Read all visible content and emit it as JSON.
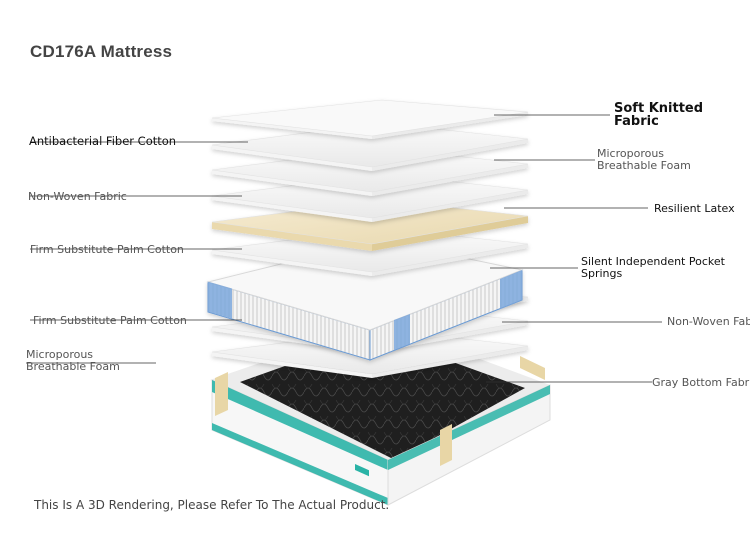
{
  "title": "CD176A Mattress",
  "disclaimer": "This Is A 3D Rendering, Please Refer To The Actual Product.",
  "colors": {
    "foam": "#f2f2f2",
    "latex": "#efe3c4",
    "spring_edge": "#6a9ad3",
    "teal_trim": "#2ab3a6",
    "bottom_fabric": "#222222",
    "leader_line": "#333333"
  },
  "labels": {
    "left": [
      {
        "name": "antibacterial-fiber-cotton",
        "text": "Antibacterial Fiber Cotton"
      },
      {
        "name": "non-woven-fabric-left",
        "text": "Non-Woven Fabric"
      },
      {
        "name": "firm-substitute-palm-cotton-1",
        "text": "Firm Substitute Palm Cotton"
      },
      {
        "name": "firm-substitute-palm-cotton-2",
        "text": "Firm Substitute Palm Cotton"
      },
      {
        "name": "microporous-breathable-foam-left",
        "line1": "Microporous",
        "line2": "Breathable Foam"
      }
    ],
    "right": [
      {
        "name": "soft-knitted-fabric",
        "line1": "Soft Knitted",
        "line2": "Fabric"
      },
      {
        "name": "microporous-breathable-foam-right",
        "line1": "Microporous",
        "line2": "Breathable Foam"
      },
      {
        "name": "resilient-latex",
        "text": "Resilient Latex"
      },
      {
        "name": "silent-independent-pocket-springs",
        "line1": "Silent Independent Pocket",
        "line2": "Springs"
      },
      {
        "name": "non-woven-fabric-right",
        "text": "Non-Woven Fab"
      },
      {
        "name": "gray-bottom-fabric",
        "text": "Gray Bottom Fabric"
      }
    ]
  }
}
